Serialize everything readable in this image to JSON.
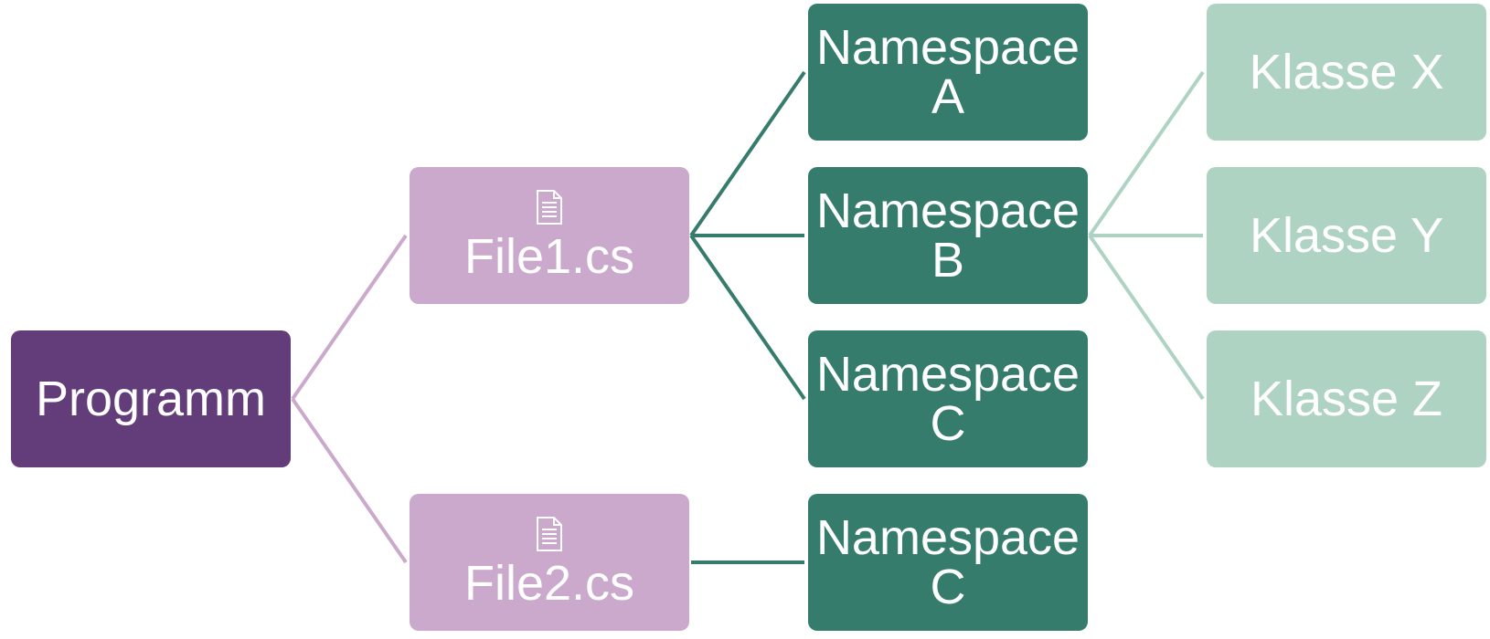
{
  "colors": {
    "level0": "#633c7a",
    "level1": "#caa9cc",
    "level2": "#367c6d",
    "level3": "#afd3c3",
    "text": "#ffffff"
  },
  "nodes": {
    "programm": {
      "label": "Programm"
    },
    "file1": {
      "label": "File1.cs",
      "icon": "document-icon"
    },
    "file2": {
      "label": "File2.cs",
      "icon": "document-icon"
    },
    "ns_a": {
      "label": "Namespace\nA"
    },
    "ns_b": {
      "label": "Namespace\nB"
    },
    "ns_c1": {
      "label": "Namespace\nC"
    },
    "ns_c2": {
      "label": "Namespace\nC"
    },
    "klasse_x": {
      "label": "Klasse X"
    },
    "klasse_y": {
      "label": "Klasse Y"
    },
    "klasse_z": {
      "label": "Klasse Z"
    }
  },
  "edges": [
    {
      "from": "programm",
      "to": "file1"
    },
    {
      "from": "programm",
      "to": "file2"
    },
    {
      "from": "file1",
      "to": "ns_a"
    },
    {
      "from": "file1",
      "to": "ns_b"
    },
    {
      "from": "file1",
      "to": "ns_c1"
    },
    {
      "from": "file2",
      "to": "ns_c2"
    },
    {
      "from": "ns_b",
      "to": "klasse_x"
    },
    {
      "from": "ns_b",
      "to": "klasse_y"
    },
    {
      "from": "ns_b",
      "to": "klasse_z"
    }
  ]
}
